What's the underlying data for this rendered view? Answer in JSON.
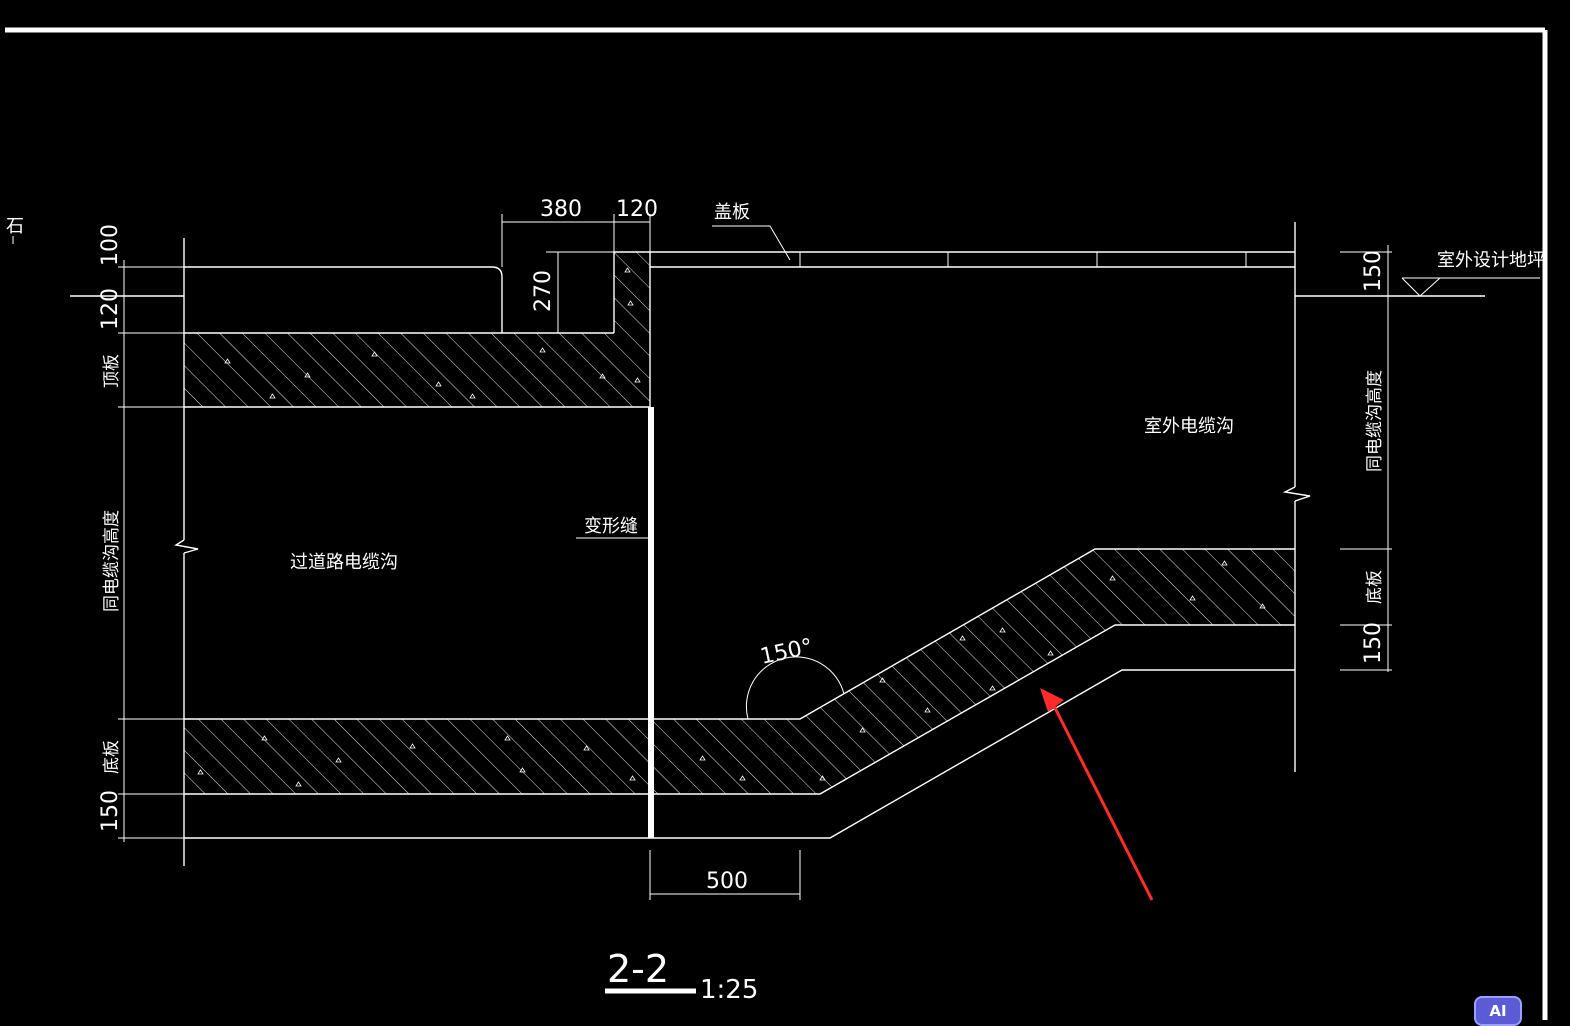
{
  "labels": {
    "cover_plate": "盖板",
    "outdoor_ground": "室外设计地坪",
    "outdoor_trench": "室外电缆沟",
    "road_crossing_trench": "过道路电缆沟",
    "expansion_joint": "变形缝",
    "top_slab": "顶板",
    "bottom_slab_left": "底板",
    "bottom_slab_right": "底板",
    "same_height_left": "同电缆沟高度",
    "same_height_right": "同电缆沟高度",
    "corner_fragment": "石"
  },
  "dimensions": {
    "d380": "380",
    "d120_top": "120",
    "d270": "270",
    "d100": "100",
    "d120_left": "120",
    "d150_left": "150",
    "d150_right_top": "150",
    "d150_right_bottom": "150",
    "d500": "500",
    "angle": "150°"
  },
  "section": {
    "title": "2-2",
    "scale": "1:25"
  },
  "badge": "AI",
  "colors": {
    "background": "#000000",
    "lines": "#ffffff",
    "arrow": "#ff2a2a",
    "badge": "#5b5bd6"
  }
}
